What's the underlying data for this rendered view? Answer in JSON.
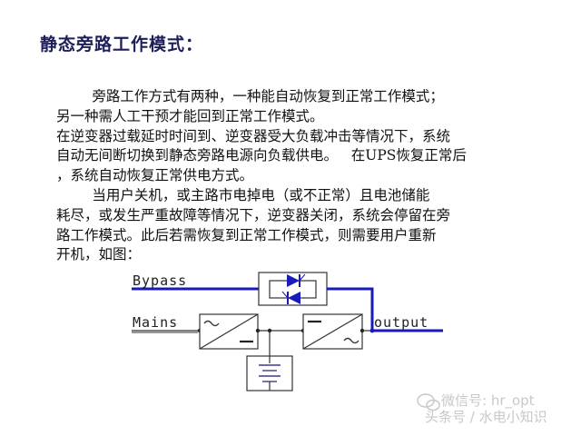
{
  "slide": {
    "title": "静态旁路工作模式：",
    "paragraph_lines": [
      "        旁路工作方式有两种，一种能自动恢复到正常工作模式；",
      "另一种需人工干预才能回到正常工作模式。",
      "在逆变器过载延时时间到、逆变器受大负载冲击等情况下，系统",
      "自动无间断切换到静态旁路电源向负载供电。   在UPS恢复正常后",
      "，系统自动恢复正常供电方式。",
      "        当用户关机，或主路市电掉电（或不正常）且电池储能",
      "耗尽，或发生严重故障等情况下，逆变器关闭，系统会停留在旁",
      "路工作模式。此后若需恢复到正常工作模式，则需要用户重新",
      "开机，如图："
    ]
  },
  "diagram": {
    "labels": {
      "bypass": "Bypass",
      "mains": "Mains",
      "output": "output"
    },
    "components": [
      "static-switch-thyristors",
      "rectifier-ac-dc",
      "inverter-dc-ac",
      "battery"
    ],
    "colors": {
      "bypass_path": "#1a1ab8",
      "wire": "#222222"
    }
  },
  "watermark": {
    "line1": "微信号: hr_opt",
    "line2": "头条号 / 水电小知识"
  }
}
